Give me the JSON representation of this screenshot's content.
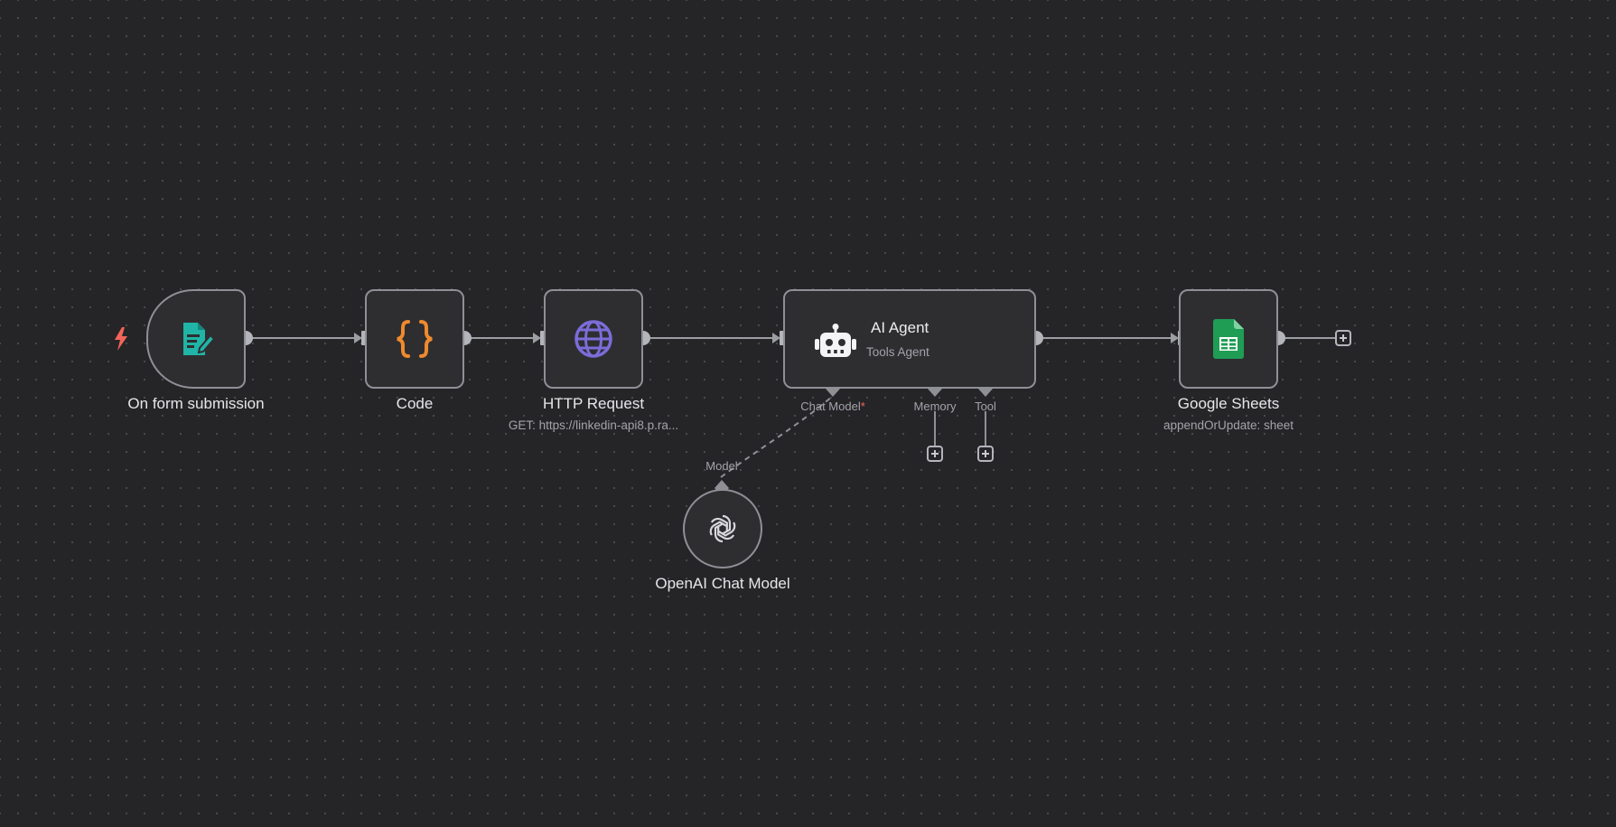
{
  "canvas": {
    "background": "#252528",
    "dot_color": "#4a4a4f"
  },
  "colors": {
    "node_border": "#8f8f96",
    "node_fill": "#2e2e31",
    "edge": "#9d9da4",
    "trigger_bolt": "#f2655a",
    "form_icon": "#20b5a6",
    "code_icon": "#ef8a2e",
    "http_icon": "#7b6cd9",
    "sheets_icon": "#1f9d55"
  },
  "nodes": {
    "form_trigger": {
      "label": "On form submission",
      "icon": "form-icon",
      "trigger_icon": "lightning-bolt-icon"
    },
    "code": {
      "label": "Code",
      "icon": "curly-braces-icon"
    },
    "http_request": {
      "label": "HTTP Request",
      "subtitle": "GET: https://linkedin-api8.p.ra...",
      "icon": "globe-icon"
    },
    "ai_agent": {
      "label": "AI Agent",
      "subtitle": "Tools Agent",
      "icon": "robot-icon",
      "ports": {
        "chat_model": "Chat Model",
        "chat_model_required": "*",
        "memory": "Memory",
        "tool": "Tool"
      }
    },
    "google_sheets": {
      "label": "Google Sheets",
      "subtitle": "appendOrUpdate: sheet",
      "icon": "google-sheets-icon"
    },
    "openai_chat_model": {
      "label": "OpenAI Chat Model",
      "port_label": "Model",
      "icon": "openai-icon"
    }
  }
}
